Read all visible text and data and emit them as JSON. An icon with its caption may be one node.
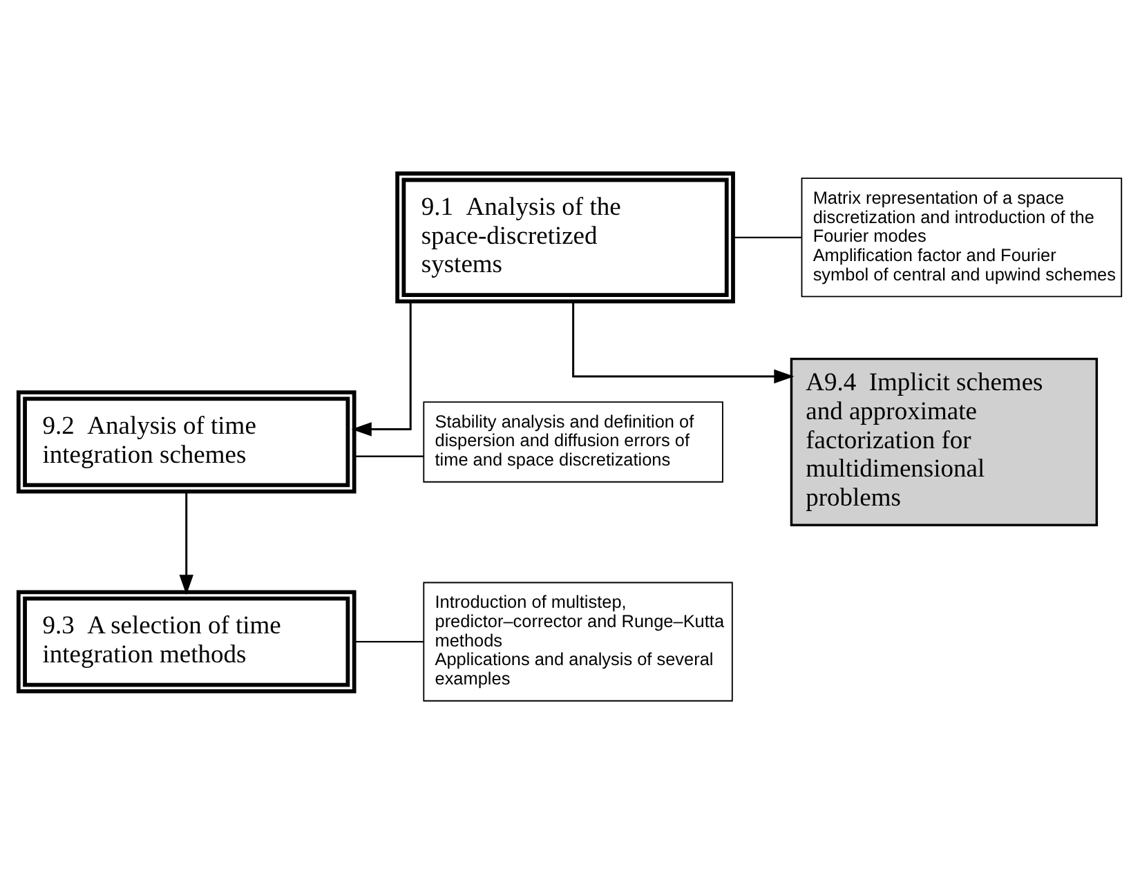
{
  "diagram": {
    "nodes": [
      {
        "text": [
          "9.1  Analysis of the space-discretized systems"
        ]
      },
      {
        "text": [
          "Matrix representation of a space discretization and introduction of the Fourier modes",
          "Amplification factor and Fourier symbol of central and upwind schemes"
        ]
      },
      {
        "text": [
          "9.2  Analysis of time integration schemes"
        ]
      },
      {
        "text": [
          "Stability analysis and definition of dispersion and diffusion errors of time and space discretizations"
        ]
      },
      {
        "text": [
          "9.3  A selection of time integration methods"
        ]
      },
      {
        "text": [
          "Introduction of multistep, predictor–corrector and Runge–Kutta methods",
          "Applications and analysis of several examples"
        ]
      },
      {
        "text": [
          "A9.4  Implicit schemes and approximate factorization for multidimensional problems"
        ]
      }
    ],
    "edges": [
      {
        "from": 0,
        "to": 1,
        "arrow": "none"
      },
      {
        "from": 0,
        "to": 2,
        "arrow": "to"
      },
      {
        "from": 2,
        "to": 3,
        "arrow": "none"
      },
      {
        "from": 2,
        "to": 4,
        "arrow": "to"
      },
      {
        "from": 4,
        "to": 5,
        "arrow": "none"
      },
      {
        "from": 0,
        "to": 6,
        "arrow": "to"
      }
    ]
  }
}
